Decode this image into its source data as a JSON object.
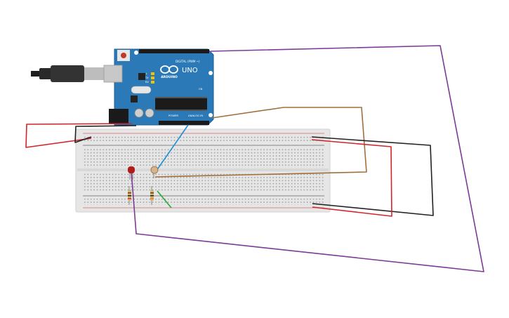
{
  "board": {
    "brand": "ARDUINO",
    "model": "UNO",
    "labels": {
      "digital": "DIGITAL (PWM ~)",
      "power": "POWER",
      "analog": "ANALOG IN",
      "on": "ON",
      "tx": "TX",
      "rx": "RX",
      "l": "L"
    }
  },
  "colors": {
    "board": "#2b79b6",
    "breadboard": "#e6e6e6",
    "wire_purple": "#7d3a96",
    "wire_brown": "#a0703c",
    "wire_red": "#d0262b",
    "wire_black": "#222222",
    "wire_blue": "#1f8fd1",
    "wire_green": "#2aa63a",
    "led": "#b01b1b"
  },
  "components": [
    "usb-cable",
    "arduino-uno",
    "breadboard",
    "led",
    "photoresistor",
    "resistor",
    "resistor"
  ]
}
